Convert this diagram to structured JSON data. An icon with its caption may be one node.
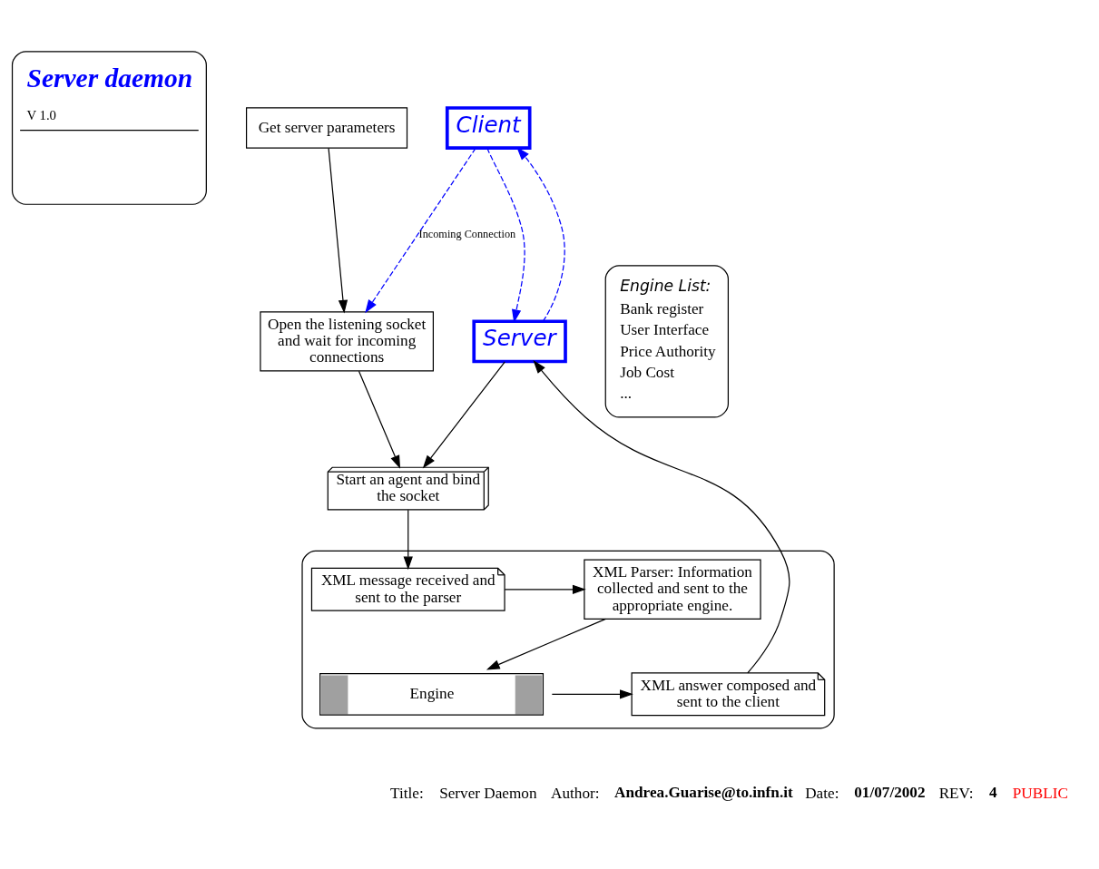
{
  "diagram": {
    "nodes": [
      {
        "text": [
          "Server daemon",
          "V 1.0"
        ]
      },
      {
        "text": [
          "Get server parameters"
        ]
      },
      {
        "text": [
          "Engine List:",
          "Bank register",
          "User Interface",
          "Price Authority",
          "Job Cost",
          "..."
        ]
      },
      {
        "text": [
          "Open the listening socket and wait for incoming connections"
        ]
      },
      {
        "text": [
          "Client"
        ]
      },
      {
        "text": [
          "Server"
        ]
      },
      {
        "text": [
          "Start an agent and bind the socket"
        ]
      },
      {
        "text": [],
        "shape": "box"
      },
      {
        "text": [
          "XML message received and sent to the parser"
        ],
        "in": 7
      },
      {
        "text": [
          "XML Parser: Information collected and sent to the appropriate engine."
        ],
        "in": 7
      },
      {
        "text": [
          "Engine"
        ],
        "in": 7
      },
      {
        "text": [
          "XML answer composed and sent to the client"
        ],
        "in": 7
      }
    ],
    "edges": [
      {
        "from": 1,
        "to": 3,
        "arrow": "to"
      },
      {
        "from": 4,
        "to": 3,
        "arrow": "to",
        "label": "Incoming Connection",
        "style": "dashed",
        "color": "#0000ff"
      },
      {
        "from": 3,
        "to": 6,
        "arrow": "to"
      },
      {
        "from": 4,
        "to": 5,
        "arrow": "to",
        "style": "dashed",
        "color": "#0000ff"
      },
      {
        "from": 5,
        "to": 6,
        "arrow": "to"
      },
      {
        "from": 6,
        "to": 8,
        "arrow": "to"
      },
      {
        "from": 8,
        "to": 9,
        "arrow": "to"
      },
      {
        "from": 9,
        "to": 10,
        "arrow": "to"
      },
      {
        "from": 10,
        "to": 11,
        "arrow": "to"
      },
      {
        "from": 5,
        "to": 4,
        "arrow": "to",
        "style": "dashed",
        "color": "#0000ff"
      },
      {
        "from": 11,
        "to": 5,
        "arrow": "to"
      }
    ],
    "labels": [
      "Title:",
      "Server Daemon",
      "Author:",
      "Andrea.Guarise@to.infn.it",
      "Date:",
      "01/07/2002",
      "REV:",
      "4",
      "PUBLIC"
    ]
  }
}
